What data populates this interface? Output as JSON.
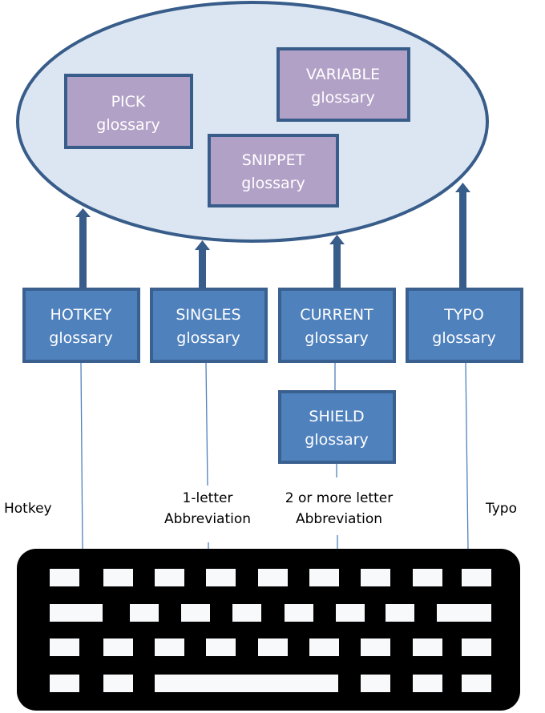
{
  "colors": {
    "ellipse_fill": "#DCE6F2",
    "stroke": "#385D8A",
    "purple_fill": "#B2A1C7",
    "blue_fill": "#4F81BD",
    "thin_line": "#4F81BD",
    "keyboard": "#000000",
    "key": "#F8F9FB"
  },
  "ellipse_boxes": [
    {
      "id": "pick",
      "line1": "PICK",
      "line2": "glossary"
    },
    {
      "id": "variable",
      "line1": "VARIABLE",
      "line2": "glossary"
    },
    {
      "id": "snippet",
      "line1": "SNIPPET",
      "line2": "glossary"
    }
  ],
  "glossary_boxes": [
    {
      "id": "hotkey",
      "line1": "HOTKEY",
      "line2": "glossary"
    },
    {
      "id": "singles",
      "line1": "SINGLES",
      "line2": "glossary"
    },
    {
      "id": "current",
      "line1": "CURRENT",
      "line2": "glossary"
    },
    {
      "id": "typo",
      "line1": "TYPO",
      "line2": "glossary"
    },
    {
      "id": "shield",
      "line1": "SHIELD",
      "line2": "glossary"
    }
  ],
  "input_labels": [
    {
      "id": "hotkey",
      "lines": [
        "Hotkey"
      ]
    },
    {
      "id": "one-letter",
      "lines": [
        "1-letter",
        "Abbreviation"
      ]
    },
    {
      "id": "multi-letter",
      "lines": [
        "2 or more letter",
        "Abbreviation"
      ]
    },
    {
      "id": "typo",
      "lines": [
        "Typo"
      ]
    }
  ],
  "keyboard": {
    "icon": "keyboard-icon"
  }
}
